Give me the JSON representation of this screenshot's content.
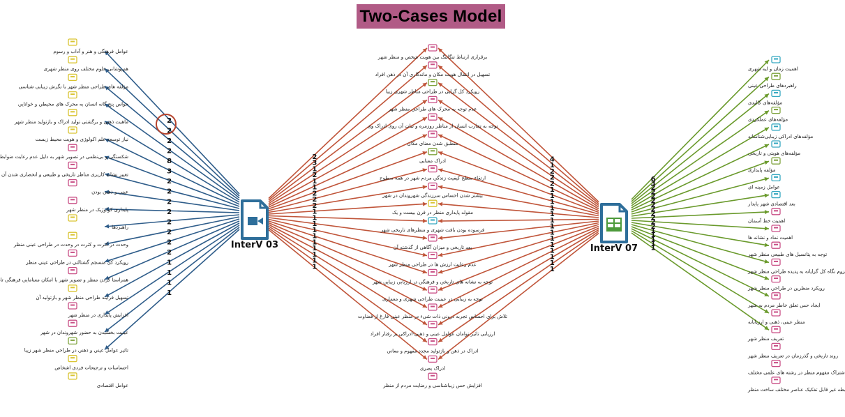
{
  "title": "Two-Cases Model",
  "colors": {
    "title_bg": "#b15b86",
    "left_edge": "#2f5d8a",
    "center_edge": "#c0553a",
    "right_edge": "#6a9a2c",
    "icon_yellow": "#d9c431",
    "icon_pink": "#c94f86",
    "icon_green": "#7fa33d",
    "icon_cyan": "#35a8c0",
    "highlight_circle": "#b5432d"
  },
  "hubs": {
    "left": {
      "label": "InterV 03",
      "icon": "video-document-icon"
    },
    "right": {
      "label": "InterV 07",
      "icon": "spreadsheet-document-icon"
    }
  },
  "left_codes": [
    {
      "label": "عوامل فرهنگی و هنر و آداب و رسوم",
      "weight": "2",
      "icon": "yellow"
    },
    {
      "label": "هم‌پوشانی علوم مختلف روی منظر شهری",
      "weight": "2",
      "icon": "yellow"
    },
    {
      "label": "مؤلفه های طراحی منظر شهر با نگرش زیبایی شناسی",
      "weight": "2",
      "icon": "yellow"
    },
    {
      "label": "حواس پنج گانه انسان به محرک های محیطی و خوانایی",
      "weight": "2",
      "icon": "yellow"
    },
    {
      "label": "ماهیت ذهنی و برگشتی تولید ادراک و بازتولید منظر شهر",
      "weight": "8",
      "icon": "yellow"
    },
    {
      "label": "نیاز توسعه علم اکولوژی و هویت محیط زیست",
      "weight": "3",
      "icon": "yellow"
    },
    {
      "label": "شکستگی و بی‌نظمی در تصویر شهر به دلیل عدم رعایت ضوابط زیباشناسی",
      "weight": "2",
      "icon": "pink"
    },
    {
      "label": "تغییر نشانه کاربری مناظر تاریخی و طبیعی و انحصاری شدن آن ها",
      "weight": "2",
      "icon": "pink"
    },
    {
      "label": "عینی و ذهنی بودن",
      "weight": "2",
      "icon": "pink"
    },
    {
      "label": "پایداری کولوژیک در منظر شهر",
      "weight": "2",
      "icon": "pink"
    },
    {
      "label": "راهبردها",
      "weight": "2",
      "icon": "yellow"
    },
    {
      "label": "وحدت در کثرت و کثرت در وحدت در طراحی عینی منظر",
      "weight": "2",
      "icon": "yellow"
    },
    {
      "label": "رویکرد کل منسجم گشتالتی در طراحی عینی منظر",
      "weight": "2",
      "icon": "pink"
    },
    {
      "label": "همراستا کردن منظر و تصویر شهر با امکان معنامایی فرهنگی تاریخی",
      "weight": "2",
      "icon": "pink"
    },
    {
      "label": "تسهیل فرایند طراحی منظر شهر و بازتولید آن",
      "weight": "1",
      "icon": "yellow"
    },
    {
      "label": "افزایش پایداری در منظر شهر",
      "weight": "1",
      "icon": "pink"
    },
    {
      "label": "عینیت بخشیدن به حضور شهروندان در شهر",
      "weight": "1",
      "icon": "pink"
    },
    {
      "label": "تاثیر عوامل عینی و ذهنی در طراحی منظر شهر زیبا",
      "weight": "1",
      "icon": "green"
    },
    {
      "label": "احساسات و ترجیحات فردی اشخاص",
      "weight": "",
      "icon": "yellow"
    },
    {
      "label": "عوامل اقتصادی",
      "weight": "",
      "icon": "yellow"
    }
  ],
  "center_codes": [
    {
      "label": "برقراری ارتباط تنگاتنگ بین هویت شخص و منظر شهر",
      "wl": "2",
      "wr": "4",
      "icon": "pink"
    },
    {
      "label": "تسهیل در انتقال هویت مکان و ماندگاری آن در ذهن افراد",
      "wl": "3",
      "wr": "1",
      "icon": "pink"
    },
    {
      "label": "رویکرد کل گرایی در طراحی مناظر شهری زیبا",
      "wl": "1",
      "wr": "2",
      "icon": "green"
    },
    {
      "label": "عدم توجه به محرک های طراحی منظر شهر",
      "wl": "2",
      "wr": "2",
      "icon": "pink"
    },
    {
      "label": "توجه به تجارب انسان از مناظر روزمره و ثبات آن روی ادراک وی",
      "wl": "1",
      "wr": "2",
      "icon": "pink"
    },
    {
      "label": "منطبق شدن معنای مکان",
      "wl": "1",
      "wr": "1",
      "icon": "pink"
    },
    {
      "label": "ادراک معنایی",
      "wl": "2",
      "wr": "1",
      "icon": "green"
    },
    {
      "label": "ارتقاء سطح کیفیت زندگی مردم شهر در همه سطوح",
      "wl": "2",
      "wr": "1",
      "icon": "pink"
    },
    {
      "label": "بیشتر شدن احساس سرزندگی شهروندان در شهر",
      "wl": "2",
      "wr": "1",
      "icon": "pink"
    },
    {
      "label": "مقوله پایداری منظر در قرن بیست و یک",
      "wl": "1",
      "wr": "1",
      "icon": "yellow"
    },
    {
      "label": "فرسوده بودن بافت شهری و منظرهای تاریخی شهر",
      "wl": "1",
      "wr": "1",
      "icon": "cyan"
    },
    {
      "label": "بعد تاریخی و میزان آگاهی از گذشته آن",
      "wl": "1",
      "wr": "1",
      "icon": "pink"
    },
    {
      "label": "عدم رعایت ارزش ها در طراحی منظر شهر",
      "wl": "1",
      "wr": "1",
      "icon": "pink"
    },
    {
      "label": "توجه به نشانه های تاریخی و فرهنگی در ارزیابی زیبایی شهر",
      "wl": "1",
      "wr": "1",
      "icon": "pink"
    },
    {
      "label": "توجه به زیبایی در عینیت طراحی شهری و معماری",
      "wl": "1",
      "wr": "1",
      "icon": "pink"
    },
    {
      "label": "تلاش برای احساس تجربه درونی ذات شیء در منظر عینی فارغ از قضاوت",
      "wl": "1",
      "wr": "1",
      "icon": "pink"
    },
    {
      "label": "ارزیابی تاثیر توامان عوامل عینی و ذهنی-ادراکی بر رفتار افراد",
      "wl": "1",
      "wr": "1",
      "icon": "pink"
    },
    {
      "label": "ادراک در ذهن و بازتولید مجدد مفهوم و معانی",
      "wl": "1",
      "wr": "1",
      "icon": "pink"
    },
    {
      "label": "ادراک بصری",
      "wl": "1",
      "wr": "1",
      "icon": "pink"
    },
    {
      "label": "افزایش حس زیباشناسی و رضایت مردم از منظر",
      "wl": "",
      "wr": "",
      "icon": "pink"
    }
  ],
  "right_codes": [
    {
      "label": "اهمیت زمان و لبه شهری",
      "weight": "6",
      "icon": "cyan"
    },
    {
      "label": "راهبردهای طراحی عینی",
      "weight": "3",
      "icon": "green"
    },
    {
      "label": "مؤلفه‌های کالبدی",
      "weight": "2",
      "icon": "cyan"
    },
    {
      "label": "مؤلفه‌های عملکردی",
      "weight": "2",
      "icon": "green"
    },
    {
      "label": "مؤلفه‌های ادراکی زیبایی‌شناسانه",
      "weight": "2",
      "icon": "cyan"
    },
    {
      "label": "مؤلفه‌های هویتی و تاریخی",
      "weight": "2",
      "icon": "cyan"
    },
    {
      "label": "مؤلفه پایداری",
      "weight": "2",
      "icon": "green"
    },
    {
      "label": "عوامل زمینه ای",
      "weight": "2",
      "icon": "cyan"
    },
    {
      "label": "بعد اقتصادی شهر پایدار",
      "weight": "2",
      "icon": "cyan"
    },
    {
      "label": "اهمیت خط آسمان",
      "weight": "2",
      "icon": "pink"
    },
    {
      "label": "اهمیت نماد و نشانه ها",
      "weight": "2",
      "icon": "pink"
    },
    {
      "label": "توجه به پتانسیل های طبیعی منظر شهر",
      "weight": "2",
      "icon": "pink"
    },
    {
      "label": "لزوم نگاه کل گرایانه به پدیده طراحی منظر شهر",
      "weight": "1",
      "icon": "pink"
    },
    {
      "label": "رویکرد منظرین در طراحی منظر شهر",
      "weight": "1",
      "icon": "pink"
    },
    {
      "label": "ایجاد حس تعلق خاطر مردم به شهر",
      "weight": "1",
      "icon": "pink"
    },
    {
      "label": "منظر عینی، ذهنی و ارزیابانه",
      "weight": "1",
      "icon": "pink"
    },
    {
      "label": "تعریف منظر شهر",
      "weight": "1",
      "icon": "pink"
    },
    {
      "label": "روند تاریخی و گذرزمان در تعریف منظر شهر",
      "weight": "",
      "icon": "pink"
    },
    {
      "label": "اشتراک مفهوم منظر در رشته های علمی مختلف",
      "weight": "",
      "icon": "pink"
    },
    {
      "label": "رابطه غیر قابل تفکیک عناصر مختلف ساخت منظر",
      "weight": "",
      "icon": "pink"
    }
  ]
}
